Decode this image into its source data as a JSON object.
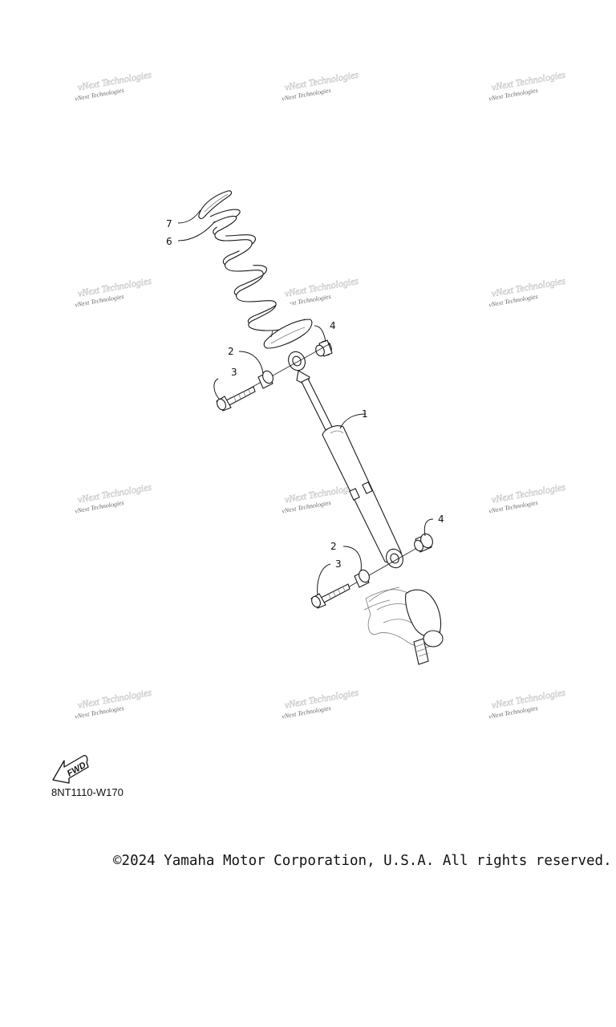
{
  "watermark": {
    "line1": "vNext Technologies",
    "line2": "vNext Technologies",
    "count": 12
  },
  "callouts": [
    "7",
    "6",
    "4",
    "2",
    "3",
    "1",
    "4",
    "2",
    "3"
  ],
  "fwd_label": "FWD",
  "diagram_code": "8NT1110-W170",
  "copyright": "©2024 Yamaha Motor Corporation, U.S.A. All rights reserved."
}
